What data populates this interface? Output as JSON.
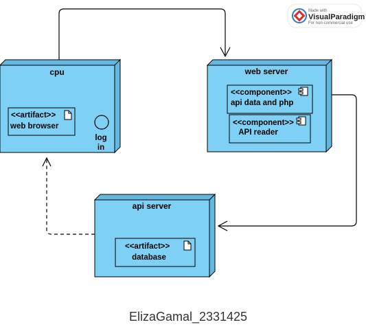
{
  "watermark": {
    "made_with": "Made with",
    "brand": "VisualParadigm",
    "license": "For non-commercial use"
  },
  "nodes": {
    "cpu": {
      "title": "cpu",
      "artifact": {
        "stereotype": "<<artifact>>",
        "name": "web browser"
      },
      "interface": {
        "line1": "log",
        "line2": "in"
      }
    },
    "web_server": {
      "title": "web server",
      "components": [
        {
          "stereotype": "<<component>>",
          "name": "api data and php"
        },
        {
          "stereotype": "<<component>>",
          "name": "API reader"
        }
      ]
    },
    "api_server": {
      "title": "api server",
      "artifact": {
        "stereotype": "<<artifact>>",
        "name": "database"
      }
    }
  },
  "colors": {
    "node_fill": "#7fd0f5",
    "node_side": "#64b8e0",
    "stroke": "#000000"
  },
  "caption": "ElizaGamal_2331425"
}
